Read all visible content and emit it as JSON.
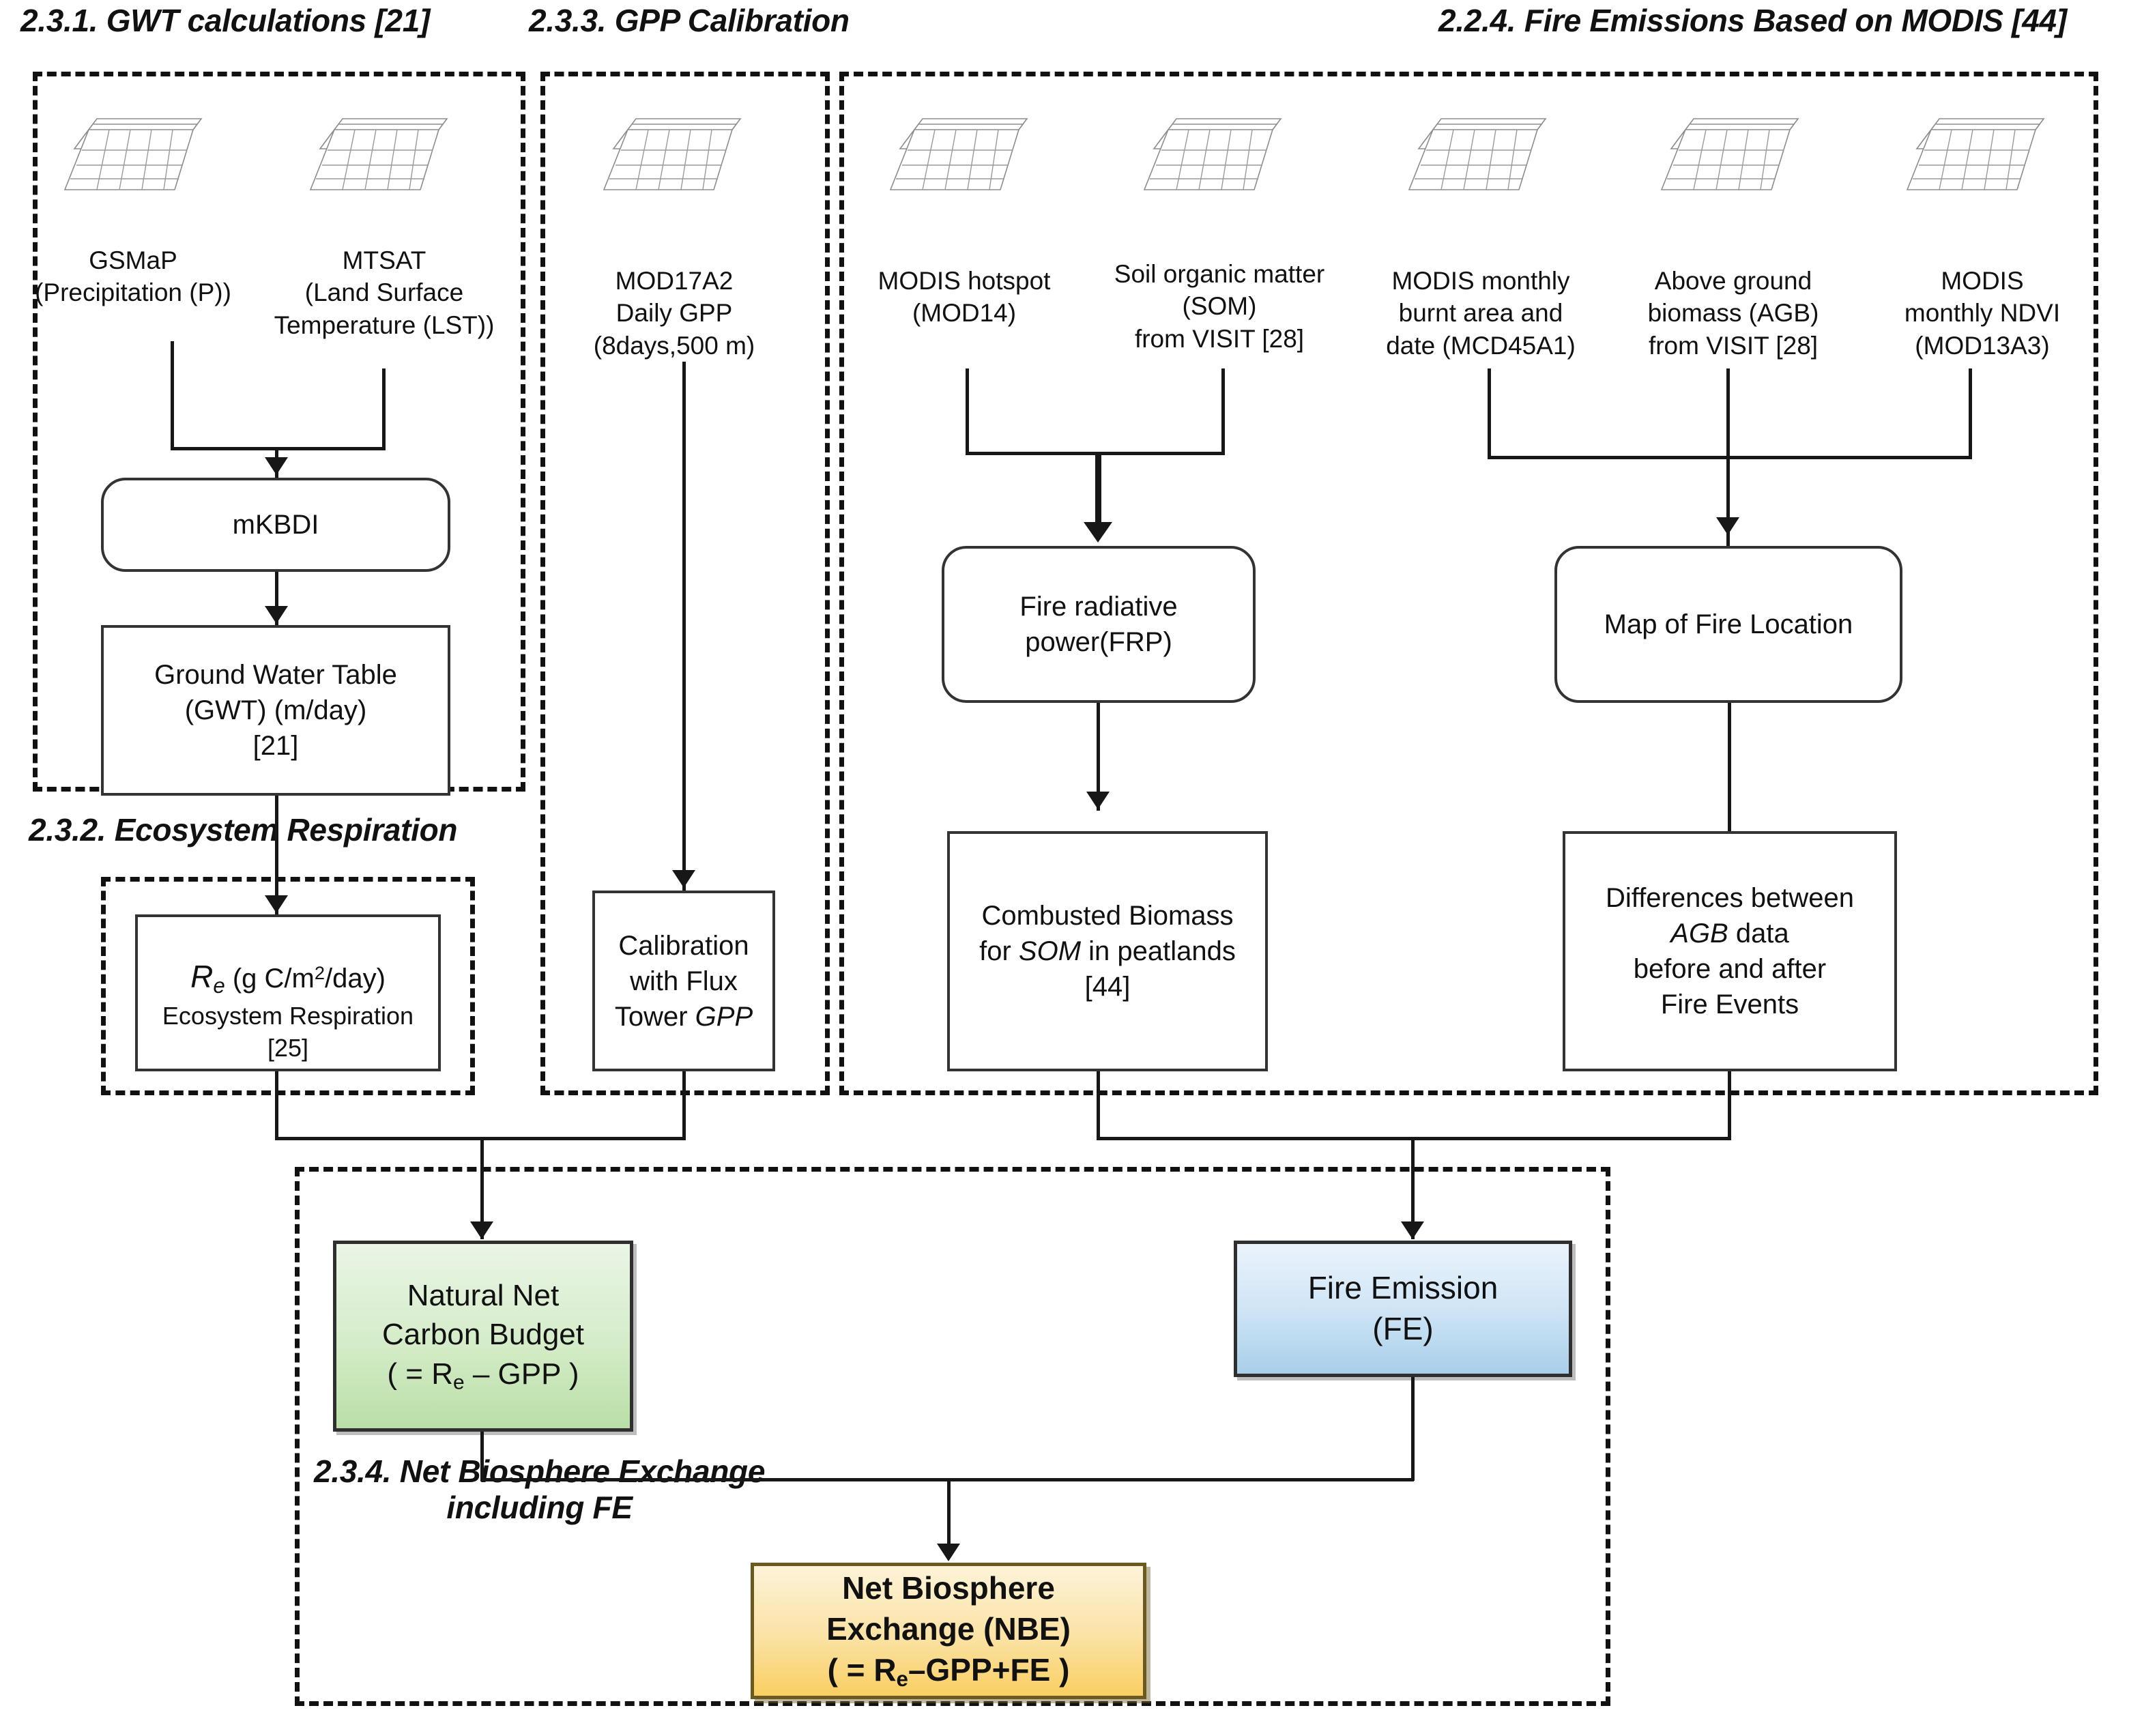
{
  "sections": [
    {
      "id": "gwt",
      "title": "2.3.1. GWT calculations [21]"
    },
    {
      "id": "gpp",
      "title": "2.3.3. GPP Calibration"
    },
    {
      "id": "fire",
      "title": "2.2.4. Fire Emissions Based on MODIS [44]"
    },
    {
      "id": "resp",
      "title": "2.3.2. Ecosystem Respiration"
    },
    {
      "id": "nbe",
      "title": "2.3.4. Net Biosphere Exchange\nincluding FE"
    }
  ],
  "datasets": [
    {
      "id": "gsmap",
      "label": "GSMaP\n(Precipitation (P))"
    },
    {
      "id": "mtsat",
      "label": "MTSAT\n(Land Surface\nTemperature (LST))"
    },
    {
      "id": "mod17a2",
      "label": "MOD17A2\nDaily GPP\n(8days,500 m)"
    },
    {
      "id": "hotspot",
      "label": "MODIS hotspot\n(MOD14)"
    },
    {
      "id": "som",
      "label": "Soil organic matter\n(SOM)\nfrom VISIT [28]"
    },
    {
      "id": "burnt",
      "label": "MODIS monthly\nburnt area and\ndate (MCD45A1)"
    },
    {
      "id": "agb",
      "label": "Above ground\nbiomass (AGB)\nfrom VISIT [28]"
    },
    {
      "id": "ndvi",
      "label": "MODIS\nmonthly NDVI\n(MOD13A3)"
    }
  ],
  "nodes": {
    "mkbdi": {
      "label": "mKBDI"
    },
    "gwt": {
      "line1": "Ground Water Table",
      "line2": "(GWT) (m/day)",
      "line3": "[21]"
    },
    "re": {
      "symbol": "R",
      "sub": "e",
      "units": " (g C/m",
      "sup": "2",
      "units2": "/day)",
      "line2": "Ecosystem Respiration",
      "line3": "[25]"
    },
    "calibration": {
      "line1": "Calibration",
      "line2": "with Flux",
      "line3": "Tower ",
      "italic": "GPP"
    },
    "frp": {
      "line1": "Fire radiative",
      "line2": "power(FRP)"
    },
    "combusted": {
      "line1": "Combusted Biomass",
      "line2a": "for ",
      "italic": "SOM",
      "line2b": " in peatlands",
      "line3": "[44]"
    },
    "firemap": {
      "label": "Map of Fire Location"
    },
    "agbdiff": {
      "line1": "Differences between",
      "italic": "AGB",
      "line2b": " data",
      "line3": "before and after",
      "line4": "Fire Events"
    },
    "nncb": {
      "line1": "Natural Net",
      "line2": "Carbon Budget",
      "line3a": "( = R",
      "sub": "e",
      "line3b": " – GPP )"
    },
    "fe": {
      "line1": "Fire Emission",
      "line2": "(FE)"
    },
    "nbe": {
      "line1": "Net Biosphere",
      "line2": "Exchange (NBE)",
      "line3a": "( = R",
      "sub": "e",
      "line3b": "–GPP+FE )"
    }
  },
  "colors": {
    "natural_net_carbon_budget": "#c6e5b4",
    "fire_emission": "#bcdcf1",
    "net_biosphere_exchange": "#fbd97a",
    "stroke": "#171717"
  }
}
